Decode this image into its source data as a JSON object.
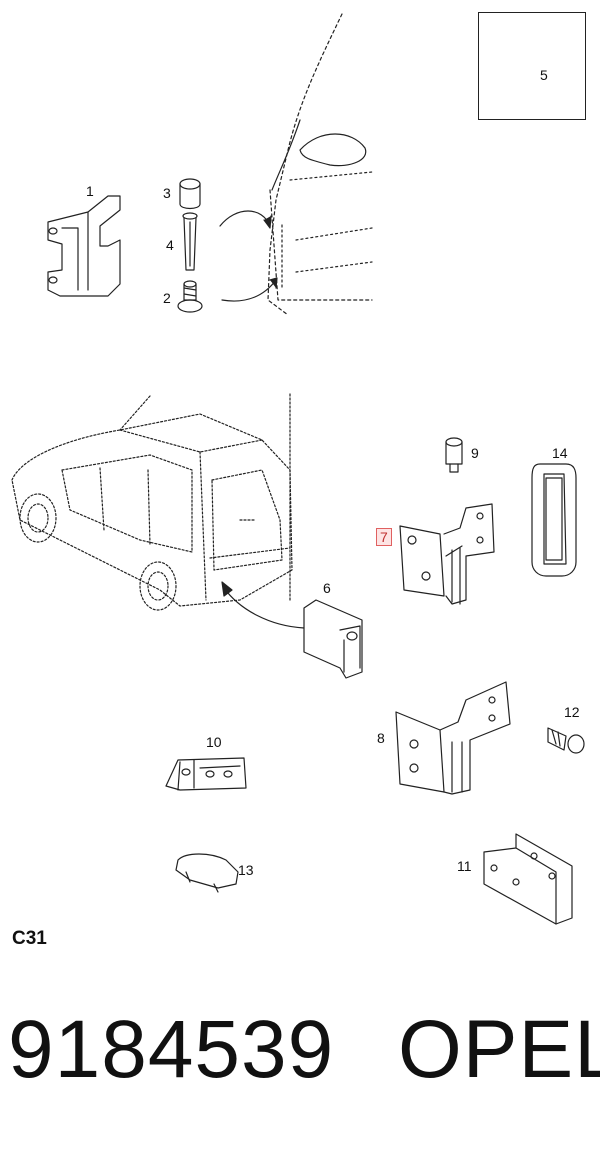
{
  "callouts": {
    "c1": "1",
    "c2": "2",
    "c3": "3",
    "c4": "4",
    "c5": "5",
    "c6": "6",
    "c7": "7",
    "c8": "8",
    "c9": "9",
    "c10": "10",
    "c11": "11",
    "c12": "12",
    "c13": "13",
    "c14": "14"
  },
  "section_code": "C31",
  "part_number": "9184539",
  "brand": "OPEL",
  "icons": {
    "manual": "open-book-wrench-icon",
    "lubricant": "grease-can-icon",
    "sealant": "sealant-tube-icon"
  },
  "colors": {
    "line": "#222222",
    "highlight": "#e06060"
  }
}
